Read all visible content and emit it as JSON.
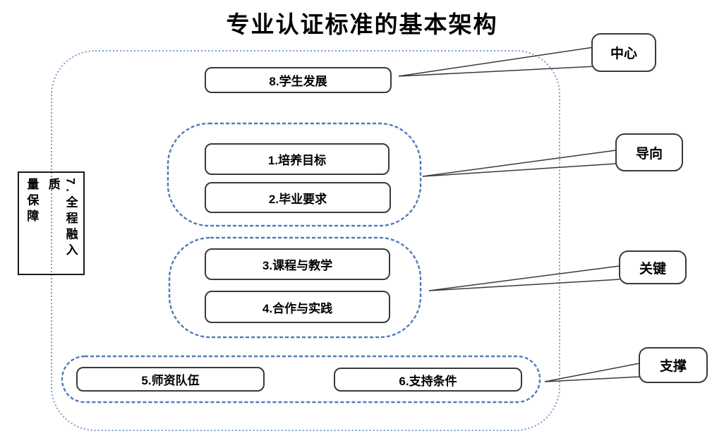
{
  "title": "专业认证标准的基本架构",
  "center_box": {
    "label": "8.学生发展"
  },
  "quality_box": {
    "label": "7.全程融入质量保障",
    "column_right": "7.全程融入质",
    "column_left": "量保障"
  },
  "groups": [
    {
      "name": "orientation-group",
      "items": [
        "1.培养目标",
        "2.毕业要求"
      ]
    },
    {
      "name": "key-group",
      "items": [
        "3.课程与教学",
        "4.合作与实践"
      ]
    },
    {
      "name": "support-group",
      "items": [
        "5.师资队伍",
        "6.支持条件"
      ]
    }
  ],
  "callouts": [
    {
      "label": "中心"
    },
    {
      "label": "导向"
    },
    {
      "label": "关键"
    },
    {
      "label": "支撑"
    }
  ],
  "colors": {
    "outer_dotted": "#7a9cc6",
    "group_dotted": "#4f7cba",
    "box_border": "#3a3a3a"
  }
}
